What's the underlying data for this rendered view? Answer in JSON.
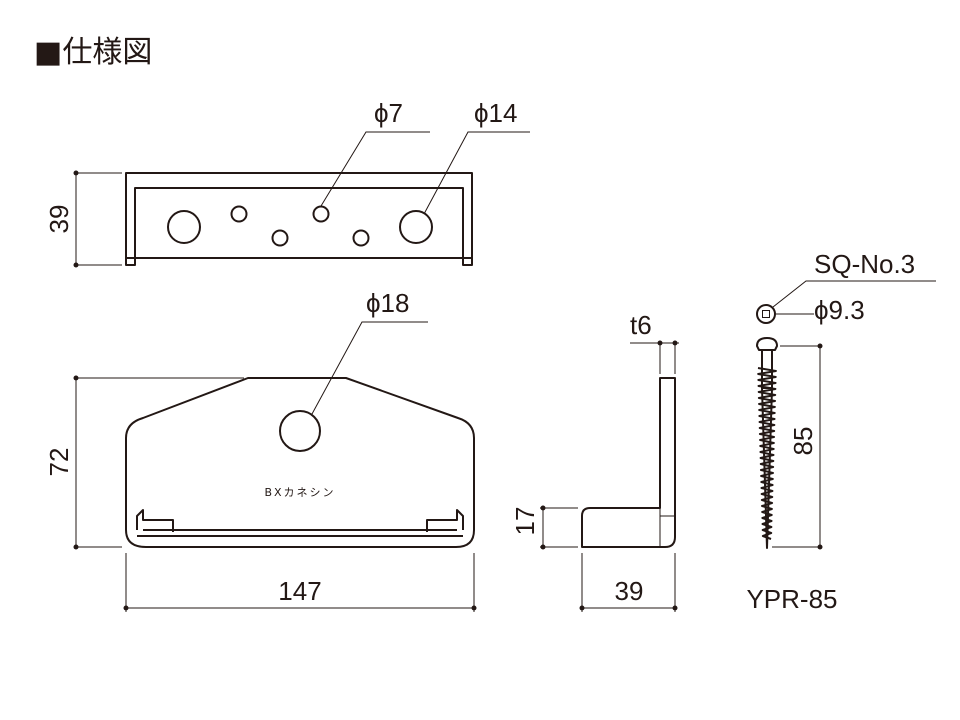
{
  "title": "■仕様図",
  "top_view": {
    "height_label": "39",
    "small_hole_label": "ϕ7",
    "large_hole_label": "ϕ14"
  },
  "front_view": {
    "height_label": "72",
    "width_label": "147",
    "center_hole_label": "ϕ18",
    "brand_text": "BXカネシン"
  },
  "side_view": {
    "thickness_label": "t6",
    "height_label": "17",
    "depth_label": "39"
  },
  "screw": {
    "drive_label": "SQ-No.3",
    "head_label": "ϕ9.3",
    "length_label": "85",
    "model_label": "YPR-85"
  }
}
